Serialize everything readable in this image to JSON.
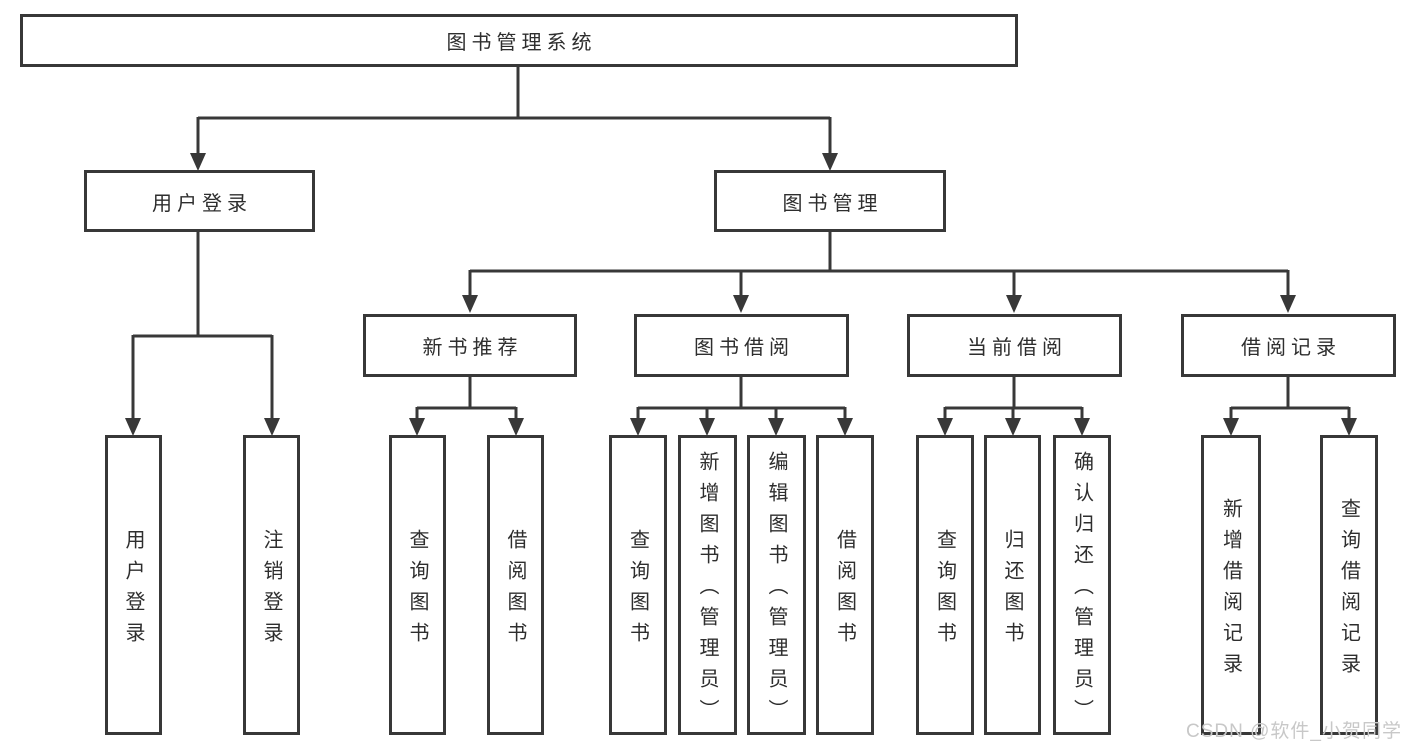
{
  "diagram": {
    "title": "图书管理系统",
    "tree": {
      "label": "图书管理系统",
      "children": [
        {
          "label": "用户登录",
          "children": [
            {
              "label": "用户登录"
            },
            {
              "label": "注销登录"
            }
          ]
        },
        {
          "label": "图书管理",
          "children": [
            {
              "label": "新书推荐",
              "children": [
                {
                  "label": "查询图书"
                },
                {
                  "label": "借阅图书"
                }
              ]
            },
            {
              "label": "图书借阅",
              "children": [
                {
                  "label": "查询图书"
                },
                {
                  "label": "新增图书（管理员）"
                },
                {
                  "label": "编辑图书（管理员）"
                },
                {
                  "label": "借阅图书"
                }
              ]
            },
            {
              "label": "当前借阅",
              "children": [
                {
                  "label": "查询图书"
                },
                {
                  "label": "归还图书"
                },
                {
                  "label": "确认归还（管理员）"
                }
              ]
            },
            {
              "label": "借阅记录",
              "children": [
                {
                  "label": "新增借阅记录"
                },
                {
                  "label": "查询借阅记录"
                }
              ]
            }
          ]
        }
      ]
    }
  },
  "watermark": {
    "text": "CSDN @软件_小贺同学"
  },
  "colors": {
    "line": "#383838",
    "box_border": "#383838",
    "box_background": "#ffffff",
    "text": "#2e2e2e",
    "watermark": "#c8c8c8",
    "page_background": "#ffffff"
  }
}
